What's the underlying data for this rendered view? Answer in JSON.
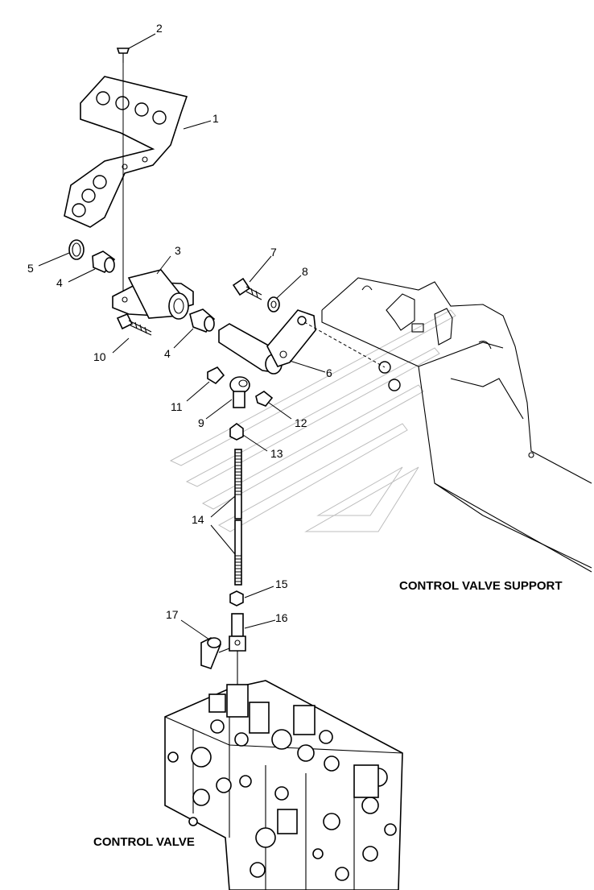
{
  "callouts": [
    "1",
    "2",
    "3",
    "4",
    "4",
    "5",
    "6",
    "7",
    "8",
    "9",
    "10",
    "11",
    "12",
    "13",
    "14",
    "15",
    "16",
    "17"
  ],
  "captions": {
    "support": "CONTROL VALVE SUPPORT",
    "valve": "CONTROL VALVE"
  }
}
